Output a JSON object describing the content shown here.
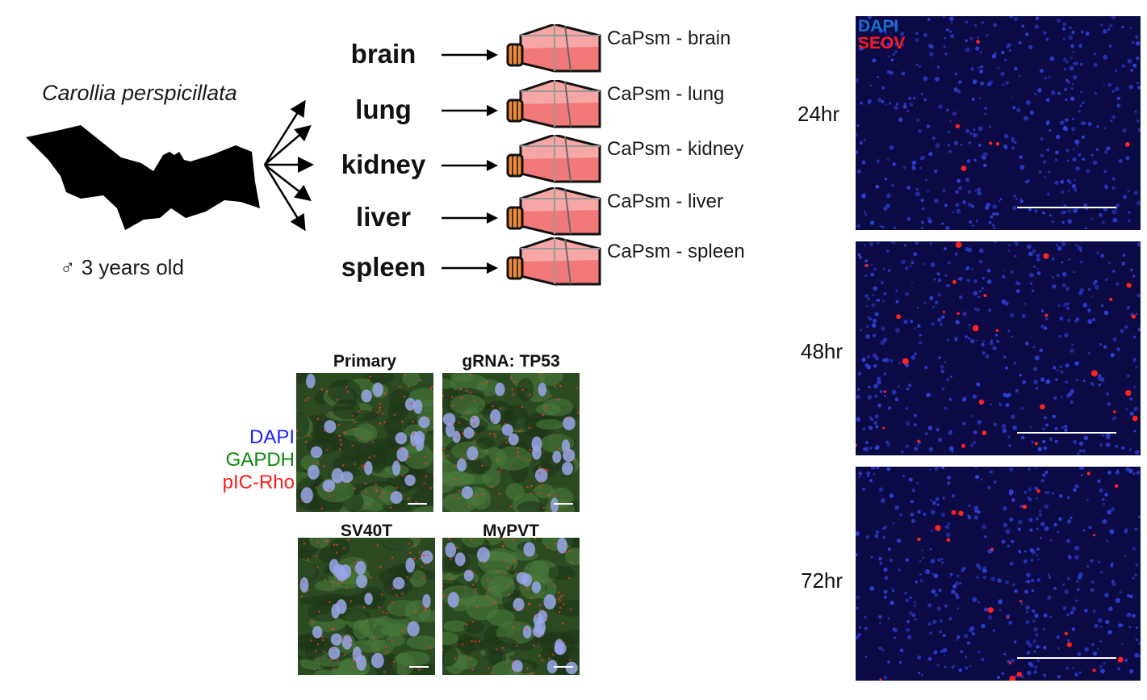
{
  "diagram": {
    "species": "Carollia perspicillata",
    "subject": "♂ 3 years old",
    "organs": [
      {
        "name": "brain",
        "line": "CaPsm - brain"
      },
      {
        "name": "lung",
        "line": "CaPsm - lung"
      },
      {
        "name": "kidney",
        "line": "CaPsm - kidney"
      },
      {
        "name": "liver",
        "line": "CaPsm - liver"
      },
      {
        "name": "spleen",
        "line": "CaPsm - spleen"
      }
    ]
  },
  "staining": {
    "legend": [
      {
        "label": "DAPI",
        "color": "#2020ff"
      },
      {
        "label": "GAPDH",
        "color": "#0a8a0a"
      },
      {
        "label": "pIC-Rho",
        "color": "#ff1a1a"
      }
    ],
    "panels": [
      {
        "title": "Primary"
      },
      {
        "title": "gRNA: TP53"
      },
      {
        "title": "SV40T"
      },
      {
        "title": "MyPVT"
      }
    ]
  },
  "infection": {
    "legend": [
      {
        "label": "DAPI",
        "color": "#1a6fd0"
      },
      {
        "label": "SEOV",
        "color": "#ff1a1a"
      }
    ],
    "timepoints": [
      {
        "label": "24hr"
      },
      {
        "label": "48hr"
      },
      {
        "label": "72hr"
      }
    ]
  }
}
